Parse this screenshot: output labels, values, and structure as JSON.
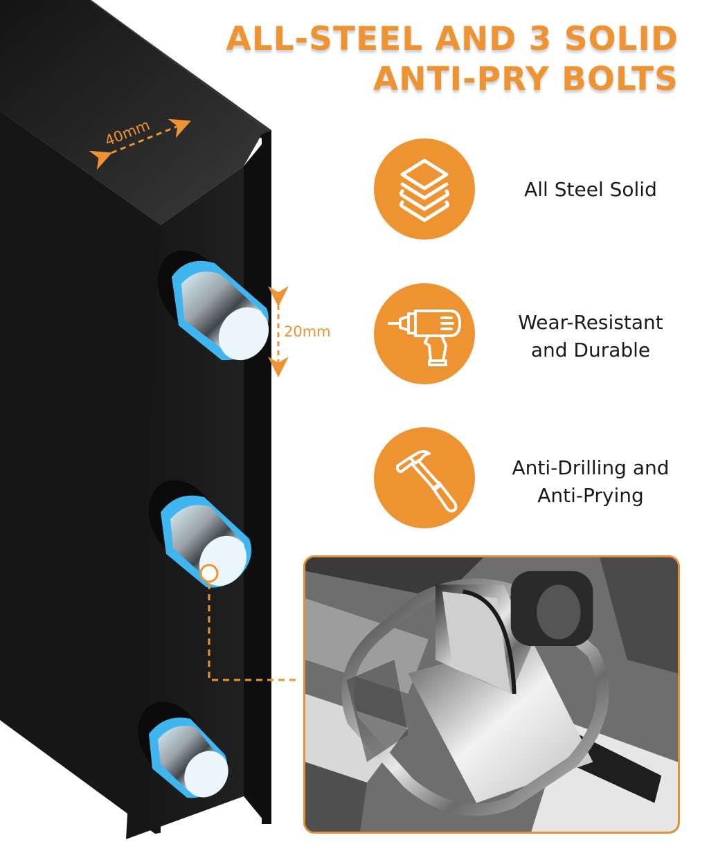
{
  "headline": {
    "line1": "ALL-STEEL AND 3 SOLID",
    "line2": "ANTI-PRY BOLTS"
  },
  "colors": {
    "accent": "#ee9331",
    "inset_border": "#e39038",
    "safe_body": "#1c1c1c",
    "bolt_glow": "#3fb6f0",
    "text": "#1a1a1a"
  },
  "dimensions": {
    "door_thickness": "40mm",
    "bolt_diameter": "20mm"
  },
  "features": [
    {
      "icon": "stacked-layers-icon",
      "label": "All Steel Solid"
    },
    {
      "icon": "power-drill-icon",
      "label_line1": "Wear-Resistant",
      "label_line2": "and Durable"
    },
    {
      "icon": "hammer-icon",
      "label_line1": "Anti-Drilling and",
      "label_line2": "Anti-Prying"
    }
  ],
  "bolts": {
    "count": 3
  },
  "inset": {
    "subject": "bolt-mechanism-closeup"
  }
}
